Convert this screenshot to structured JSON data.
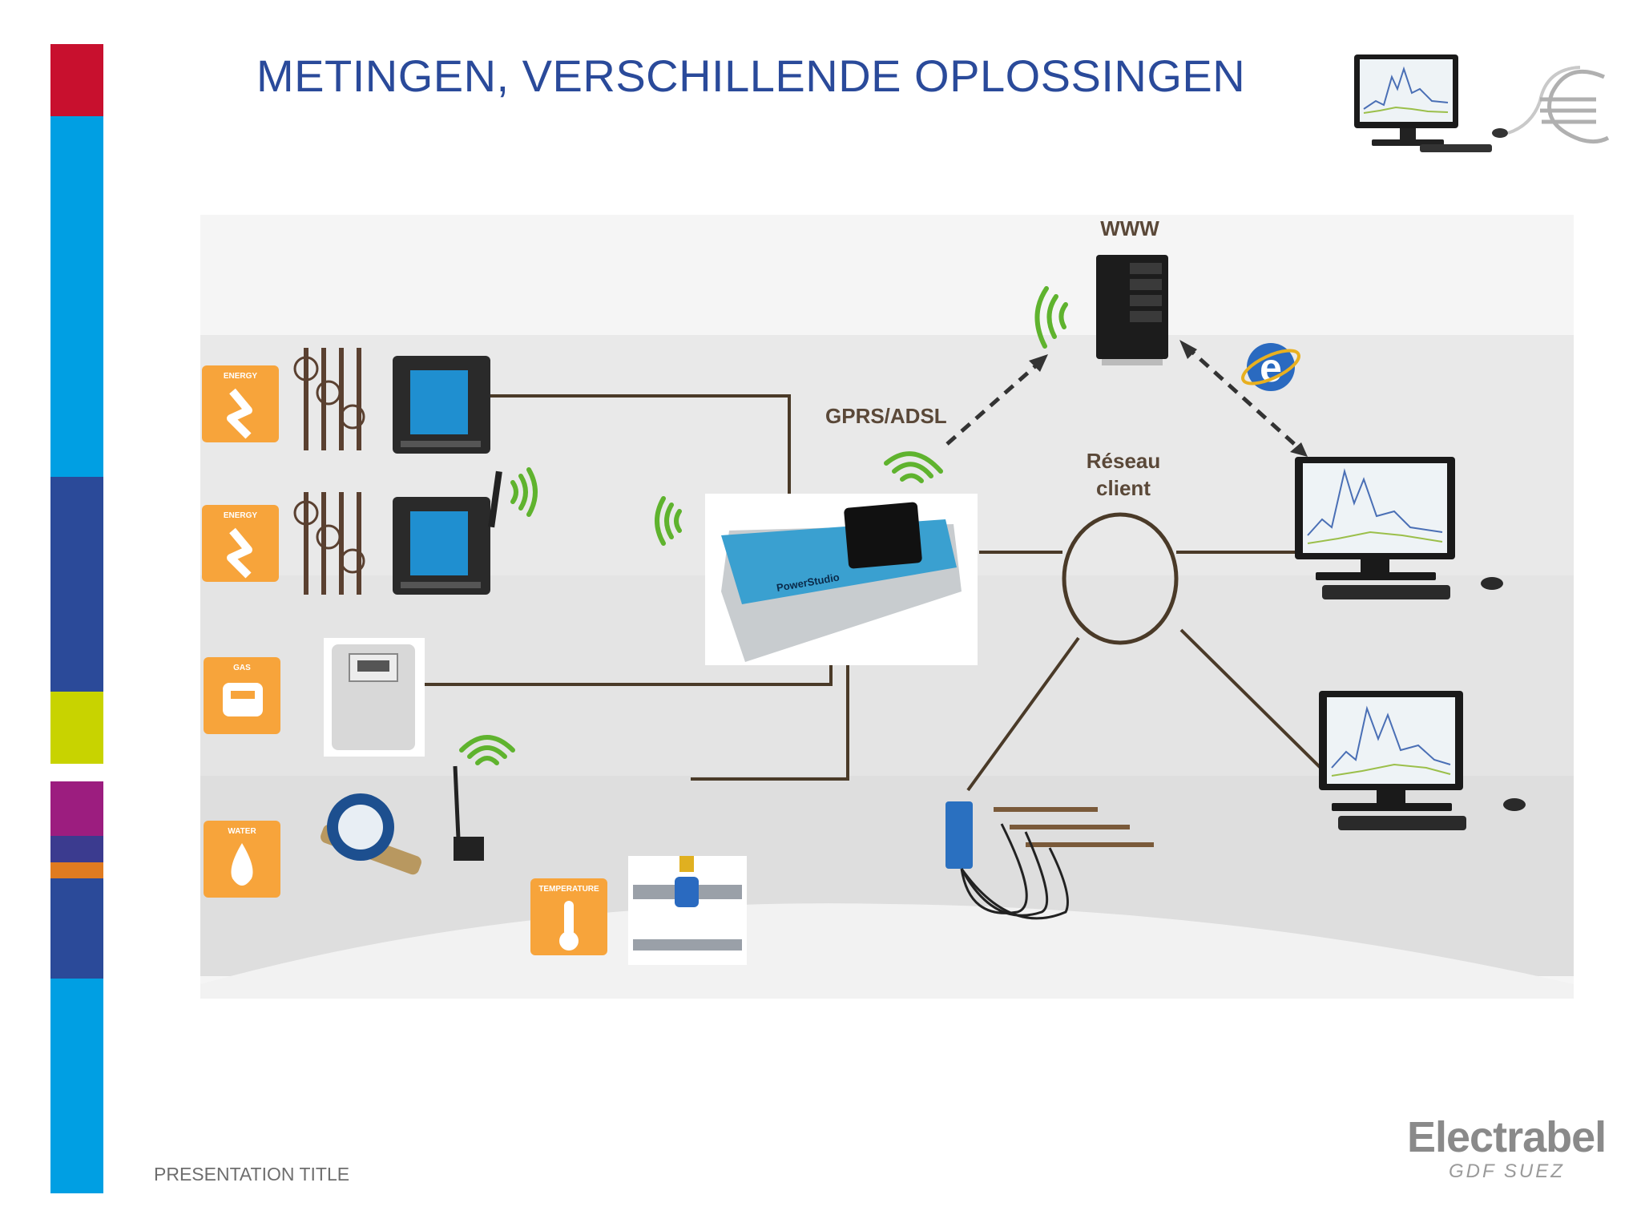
{
  "page": {
    "title": "METINGEN, VERSCHILLENDE OPLOSSINGEN",
    "footer": "PRESENTATION TITLE"
  },
  "brand": {
    "name": "Electrabel",
    "sub": "GDF SUEZ"
  },
  "diagram": {
    "labels": {
      "www": "WWW",
      "gprs": "GPRS/ADSL",
      "network_line1": "Réseau",
      "network_line2": "client",
      "logger": "PowerStudio"
    },
    "tiles": [
      {
        "id": "energy-1",
        "label": "ENERGY",
        "icon": "lightning-icon"
      },
      {
        "id": "energy-2",
        "label": "ENERGY",
        "icon": "lightning-icon"
      },
      {
        "id": "gas",
        "label": "GAS",
        "icon": "gas-meter-icon"
      },
      {
        "id": "water",
        "label": "WATER",
        "icon": "water-drop-icon"
      },
      {
        "id": "temperature",
        "label": "TEMPERATURE",
        "icon": "thermometer-icon"
      }
    ],
    "colors": {
      "tile_orange": "#f7a43b",
      "wire_brown": "#4a3a28",
      "signal_green": "#5fb32e",
      "logger_blue": "#3aa0d0"
    }
  },
  "sidebar_colors": [
    "#c8102e",
    "#009fe3",
    "#2b4a99",
    "#c8d300",
    "#9c1d7f",
    "#e07b20"
  ]
}
